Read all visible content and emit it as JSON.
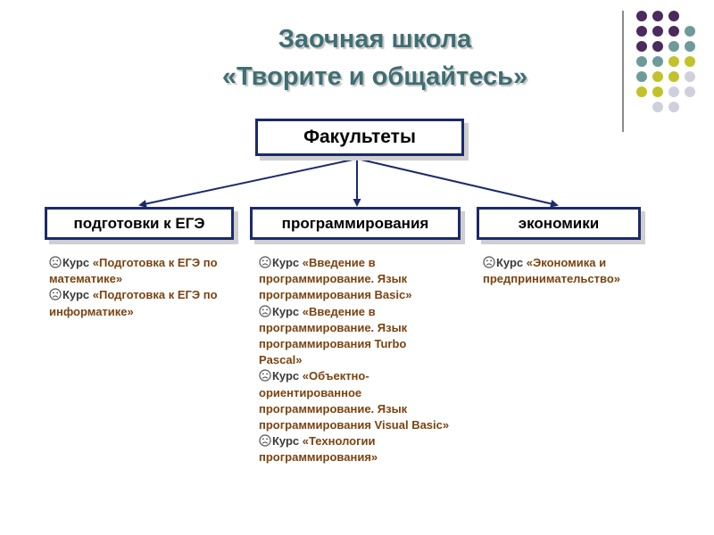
{
  "header": {
    "line1": "Заочная школа",
    "line2": "«Творите и общайтесь»"
  },
  "root": {
    "label": "Факультеты"
  },
  "faculties": [
    {
      "label": "подготовки к ЕГЭ",
      "courses": [
        {
          "prefix": "Курс ",
          "name": "«Подготовка к ЕГЭ по математике»"
        },
        {
          "prefix": "Курс ",
          "name": "«Подготовка к ЕГЭ по информатике»"
        }
      ]
    },
    {
      "label": "программирования",
      "courses": [
        {
          "prefix": "Курс ",
          "name": "«Введение в программирование. Язык программирования Basic»"
        },
        {
          "prefix": "Курс ",
          "name": "«Введение в программирование. Язык программирования Turbo Pascal»"
        },
        {
          "prefix": "Курс ",
          "name": "«Объектно-ориентированное программирование. Язык программирования Visual Basic»"
        },
        {
          "prefix": "Курс ",
          "name": "«Технологии программирования»"
        }
      ]
    },
    {
      "label": "экономики",
      "courses": [
        {
          "prefix": "Курс ",
          "name": "«Экономика и предпринимательство»"
        }
      ]
    }
  ],
  "colors": {
    "title": "#3f6e73",
    "box_border": "#1c2a6c",
    "arrow": "#1c2a6c",
    "course_name": "#7a4310",
    "icon": "#505050",
    "dot_purple": "#4b2a5e",
    "dot_teal": "#6f9a9c",
    "dot_yellow": "#c2c22c",
    "dot_gray": "#d0d0dc"
  },
  "icons": {
    "bullet": "sad-face-icon",
    "decoration": "dot-grid-decoration"
  }
}
